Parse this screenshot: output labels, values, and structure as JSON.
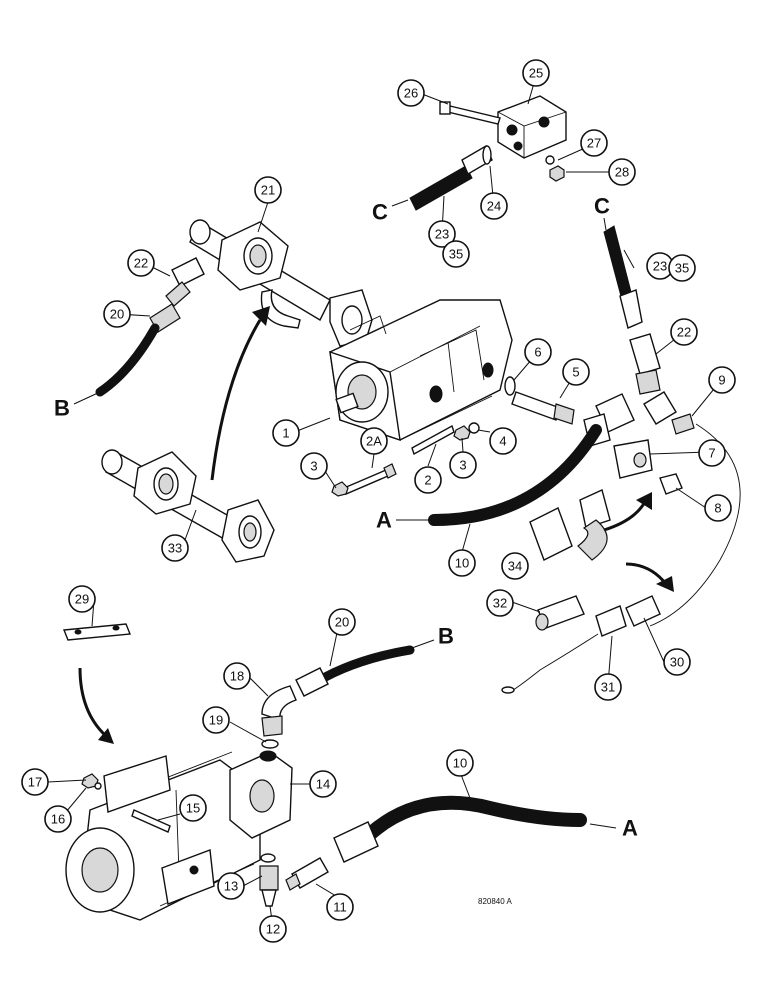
{
  "drawing_id": "820840 A",
  "reference_letters": [
    "A",
    "B",
    "C"
  ],
  "callouts": [
    "1",
    "2",
    "2A",
    "3",
    "4",
    "5",
    "6",
    "7",
    "8",
    "9",
    "10",
    "11",
    "12",
    "13",
    "14",
    "15",
    "16",
    "17",
    "18",
    "19",
    "20",
    "21",
    "22",
    "23",
    "24",
    "25",
    "26",
    "27",
    "28",
    "29",
    "30",
    "31",
    "32",
    "33",
    "34",
    "35"
  ]
}
